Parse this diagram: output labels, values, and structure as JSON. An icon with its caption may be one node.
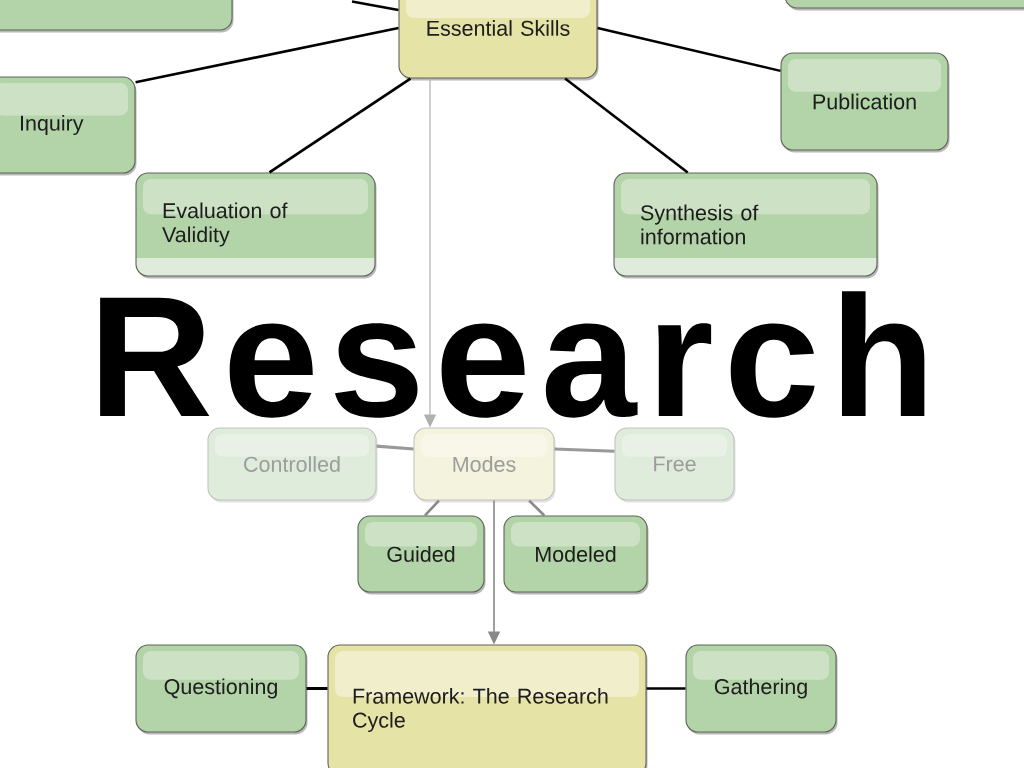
{
  "diagram": {
    "title": "Research",
    "nodes": [
      {
        "text": [],
        "shape": "box"
      },
      {
        "text": [
          "Essential Skills"
        ]
      },
      {
        "text": [],
        "shape": "box"
      },
      {
        "text": [
          "Inquiry"
        ]
      },
      {
        "text": [
          "Publication"
        ]
      },
      {
        "text": [
          "Evaluation of Validity"
        ]
      },
      {
        "text": [
          "Synthesis of information"
        ]
      },
      {
        "text": [
          "Controlled"
        ]
      },
      {
        "text": [
          "Modes"
        ]
      },
      {
        "text": [
          "Free"
        ]
      },
      {
        "text": [
          "Guided"
        ]
      },
      {
        "text": [
          "Modeled"
        ]
      },
      {
        "text": [
          "Questioning"
        ]
      },
      {
        "text": [
          "Framework: The Research Cycle"
        ]
      },
      {
        "text": [
          "Gathering"
        ]
      }
    ],
    "edges": [
      {
        "from": null,
        "to": 1,
        "arrow": "none"
      },
      {
        "from": 1,
        "to": 3,
        "arrow": "none"
      },
      {
        "from": 1,
        "to": 4,
        "arrow": "none"
      },
      {
        "from": 1,
        "to": 5,
        "arrow": "none"
      },
      {
        "from": 1,
        "to": 6,
        "arrow": "none"
      },
      {
        "from": 1,
        "to": 8,
        "arrow": "to",
        "color": "#b0b0b0"
      },
      {
        "from": 8,
        "to": 7,
        "arrow": "none",
        "color": "#999999"
      },
      {
        "from": 8,
        "to": 9,
        "arrow": "none",
        "color": "#999999"
      },
      {
        "from": 8,
        "to": 10,
        "arrow": "none",
        "color": "#888888"
      },
      {
        "from": 8,
        "to": 11,
        "arrow": "none",
        "color": "#888888"
      },
      {
        "from": 8,
        "to": 13,
        "arrow": "to",
        "color": "#888888"
      },
      {
        "from": 13,
        "to": 12,
        "arrow": "none"
      },
      {
        "from": 13,
        "to": 14,
        "arrow": "none"
      }
    ]
  }
}
